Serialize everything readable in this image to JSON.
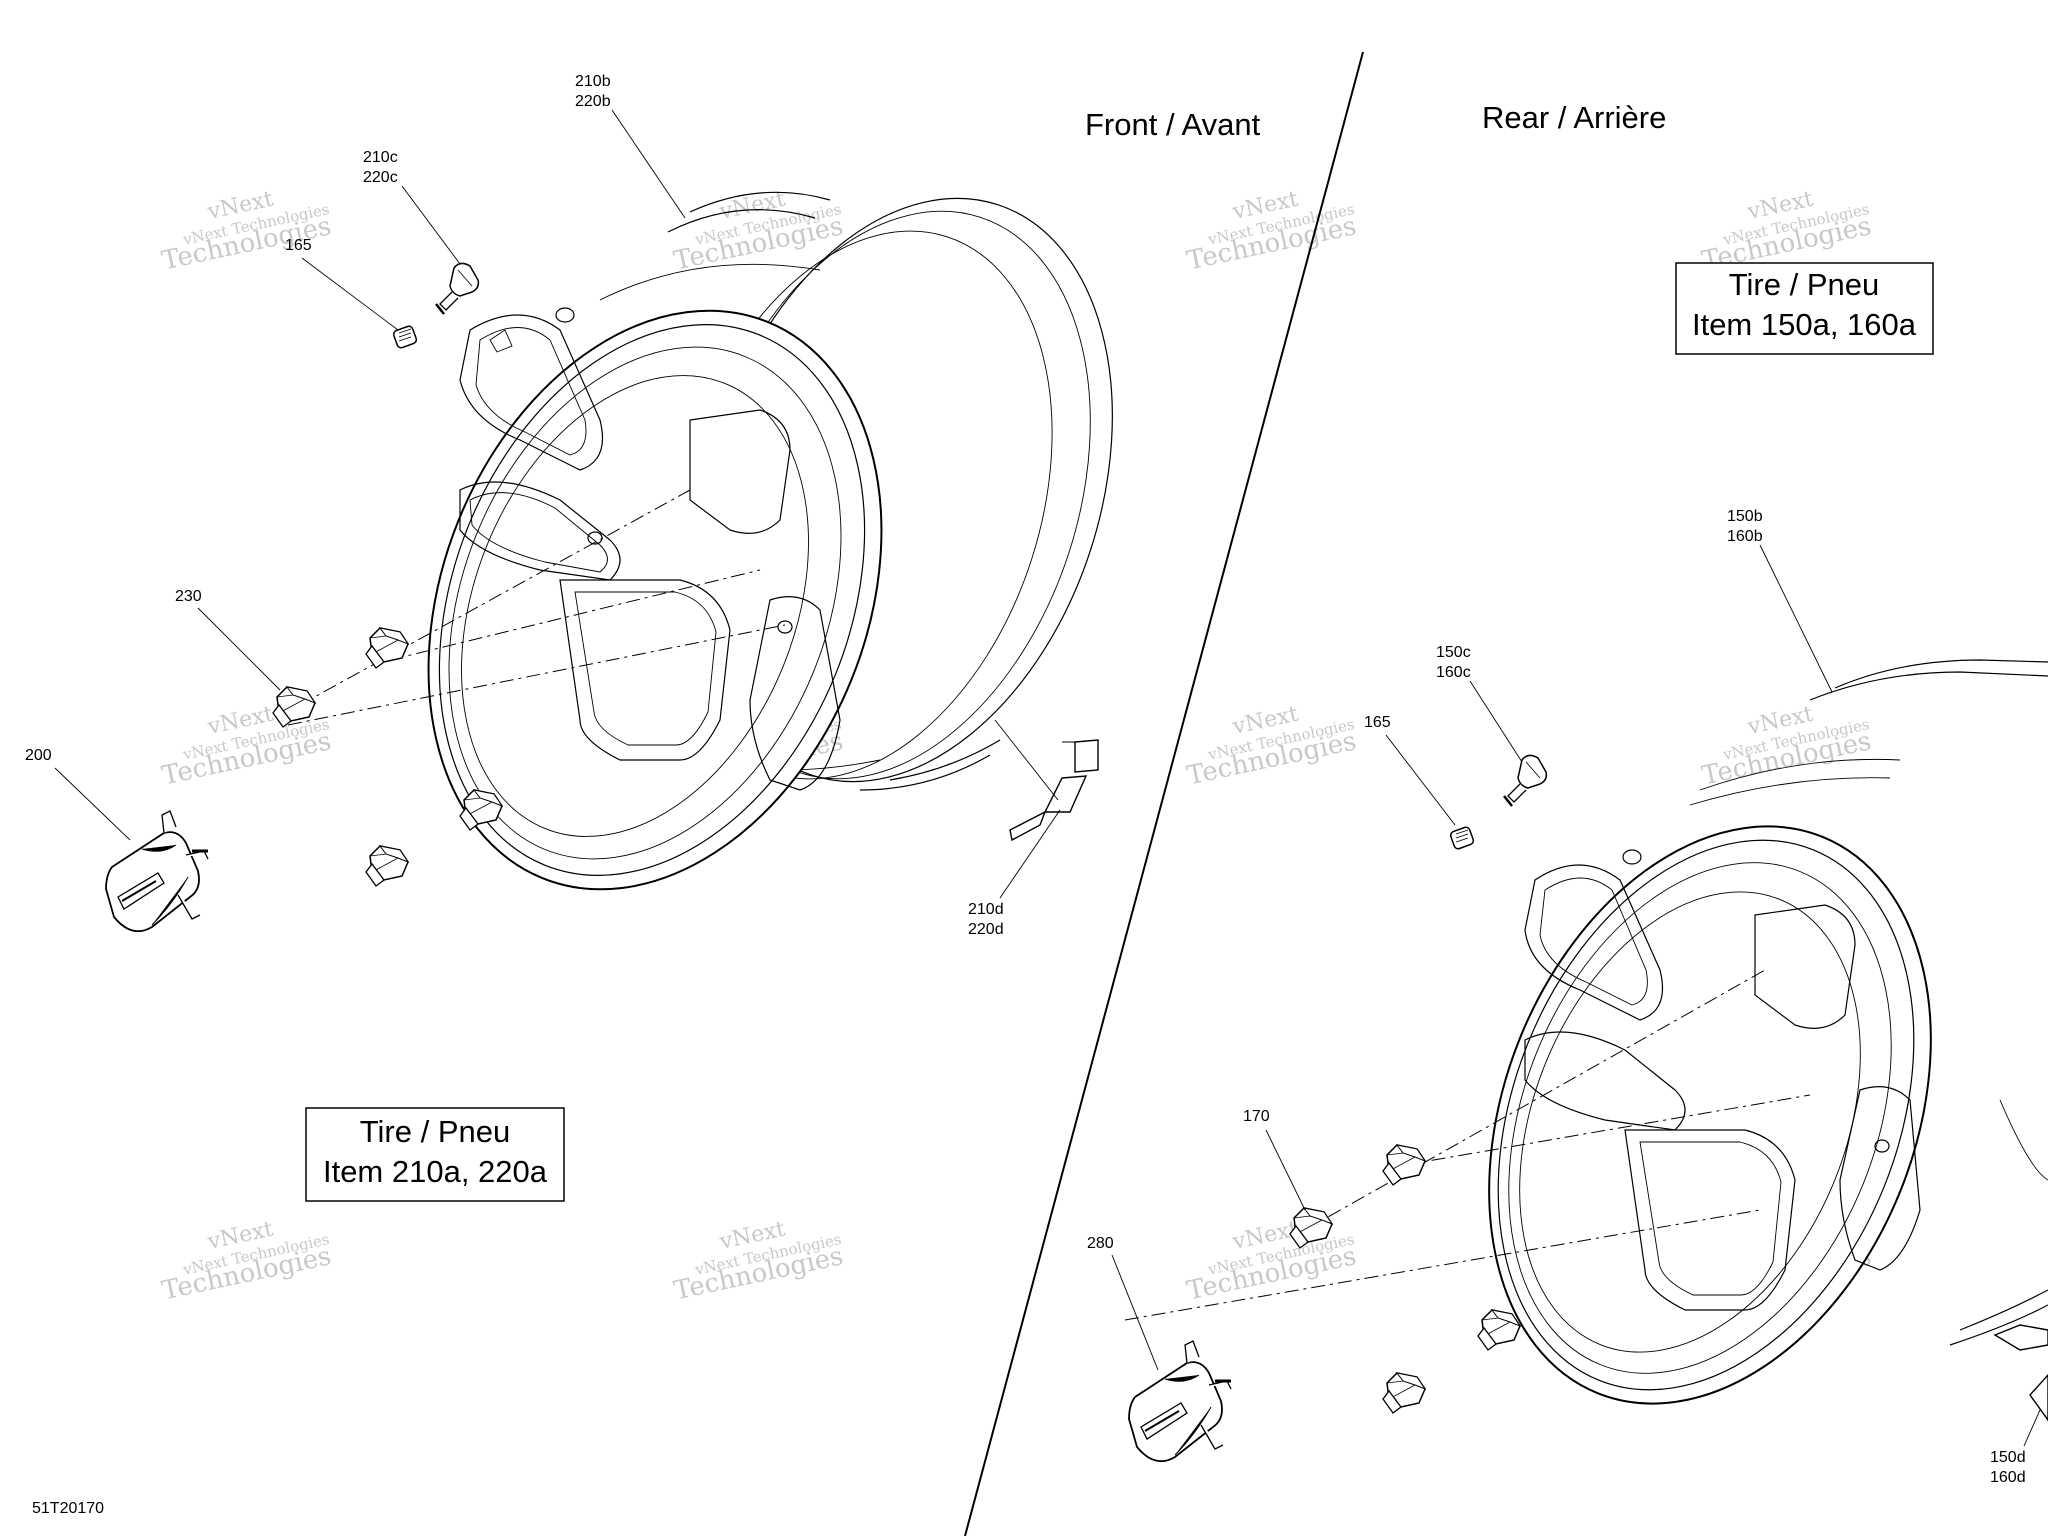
{
  "headings": {
    "front": "Front / Avant",
    "rear": "Rear / Arrière"
  },
  "boxes": {
    "front_tire": {
      "line1": "Tire / Pneu",
      "line2": "Item 210a, 220a"
    },
    "rear_tire": {
      "line1": "Tire / Pneu",
      "line2": "Item 150a, 160a"
    }
  },
  "callouts": {
    "c210b": "210b",
    "c220b": "220b",
    "c210c": "210c",
    "c220c": "220c",
    "c165_front": "165",
    "c230": "230",
    "c200": "200",
    "c210d": "210d",
    "c220d": "220d",
    "c150b": "150b",
    "c160b": "160b",
    "c150c": "150c",
    "c160c": "160c",
    "c165_rear": "165",
    "c170": "170",
    "c280": "280",
    "c150d": "150d",
    "c160d": "160d"
  },
  "figure_id": "51T20170",
  "watermark": {
    "line1": "vNext",
    "line2": "vNext Technologies",
    "line3": "Technologies"
  }
}
